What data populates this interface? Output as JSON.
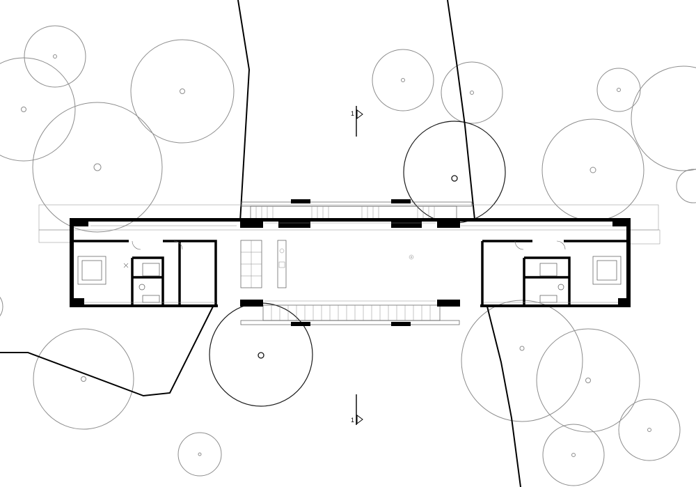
{
  "drawing": {
    "type": "architectural site floor plan",
    "section_markers": [
      {
        "label": "1",
        "position": "top"
      },
      {
        "label": "1",
        "position": "bottom"
      }
    ],
    "colors": {
      "background": "#ffffff",
      "walls": "#000000",
      "trees": "#8c8c8c",
      "trees_highlight": "#1a1a1a"
    }
  }
}
